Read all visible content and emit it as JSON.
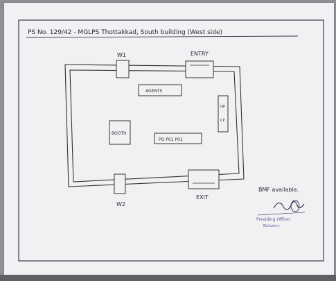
{
  "header": {
    "title": "PS No. 129/42 - MGLPS Thottakkad, South building (West side)"
  },
  "diagram": {
    "windows": [
      {
        "id": "w1",
        "label": "W1"
      },
      {
        "id": "w2",
        "label": "W2"
      }
    ],
    "doors": [
      {
        "id": "entry",
        "label": "ENTRY"
      },
      {
        "id": "exit",
        "label": "EXIT"
      }
    ],
    "furniture": [
      {
        "id": "agents",
        "label": "AGENTS"
      },
      {
        "id": "booth",
        "label": "BOOTH"
      },
      {
        "id": "po",
        "label": "PO   P01   P01"
      },
      {
        "id": "side",
        "label": "OP\nCP"
      }
    ],
    "note": "BMF available."
  },
  "signature": {
    "name_line1": "Presiding Officer",
    "name_line2": "Ebhushry"
  }
}
